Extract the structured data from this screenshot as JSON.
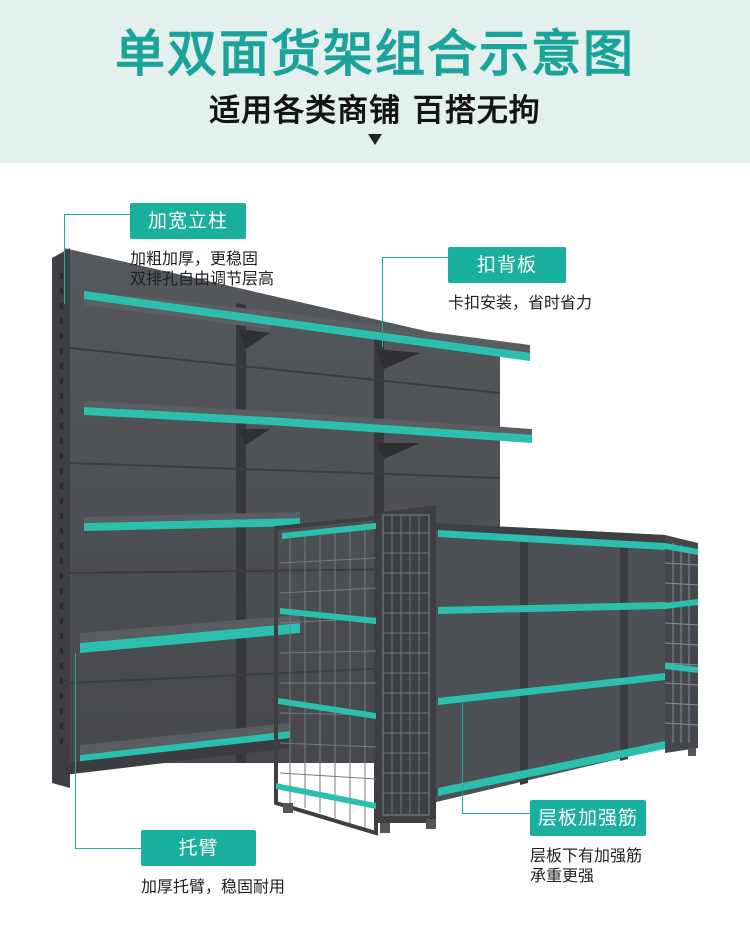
{
  "header": {
    "title": "单双面货架组合示意图",
    "subtitle": "适用各类商铺 百搭无拘"
  },
  "callouts": {
    "upright": {
      "label": "加宽立柱",
      "desc": "加粗加厚，更稳固\n双排孔自由调节层高"
    },
    "backboard": {
      "label": "扣背板",
      "desc": "卡扣安装，省时省力"
    },
    "rib": {
      "label": "层板加强筋",
      "desc": "层板下有加强筋\n承重更强"
    },
    "bracket": {
      "label": "托臂",
      "desc": "加厚托臂，稳固耐用"
    }
  },
  "colors": {
    "accent": "#1ab0a0",
    "shelf_body": "#4a4c50",
    "header_bg": "#e3f0ed"
  }
}
